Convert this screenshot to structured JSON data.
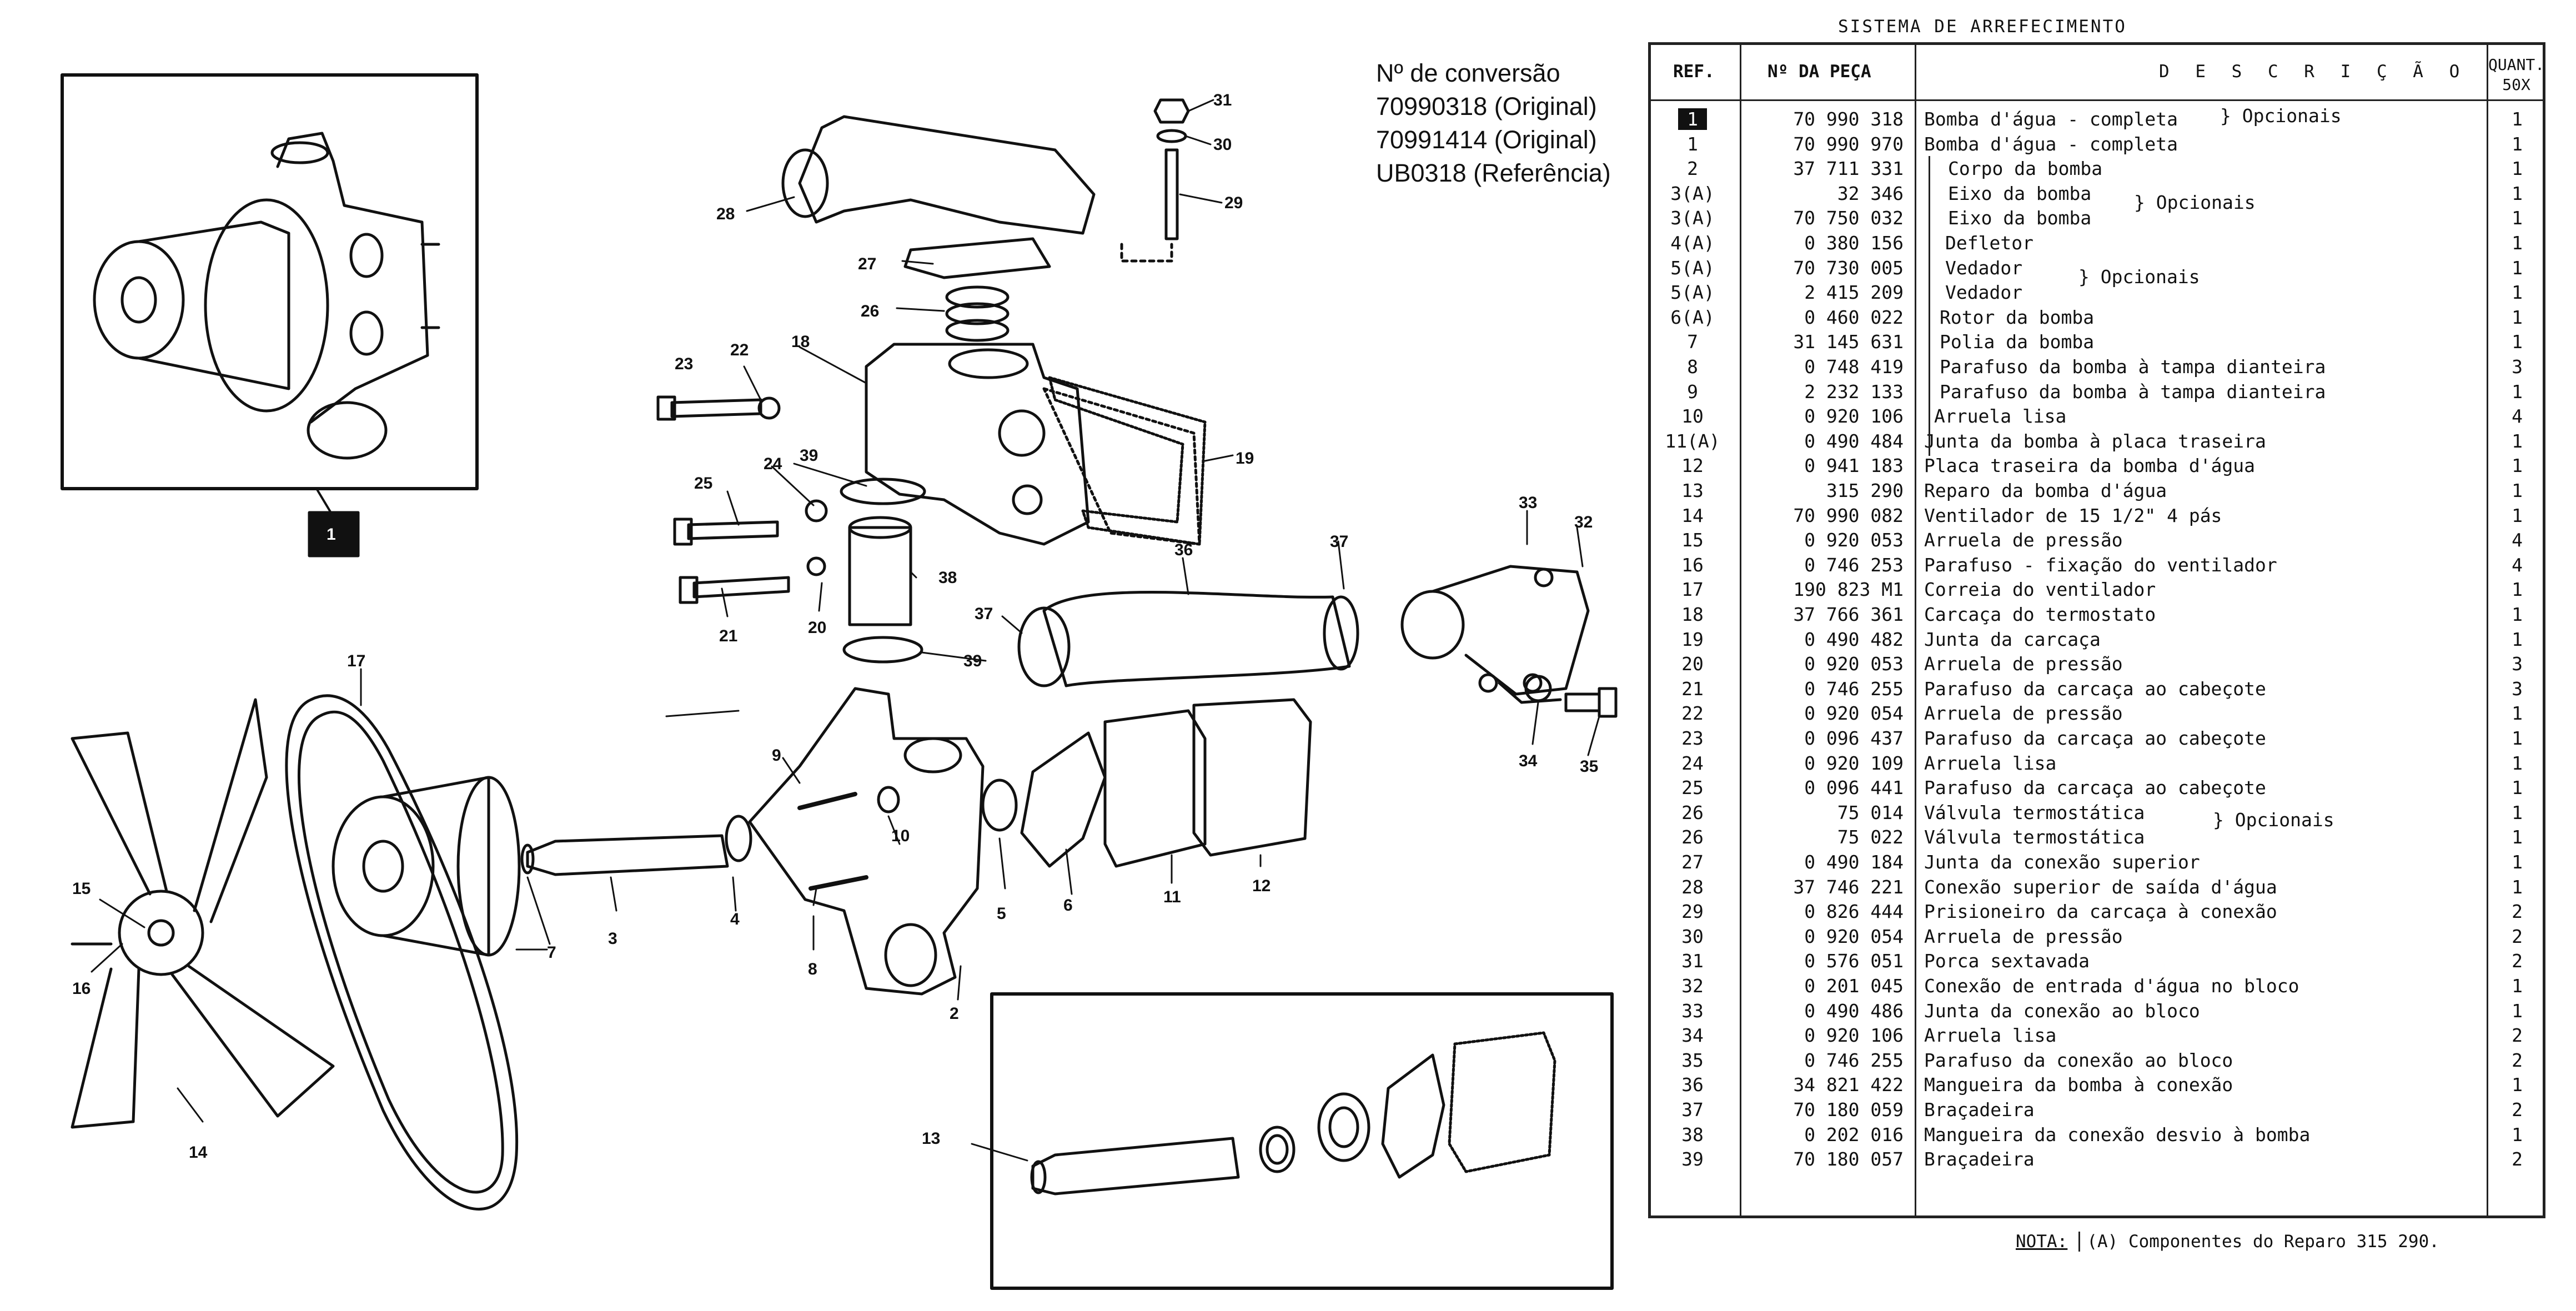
{
  "conversion": {
    "title": "Nº de conversão",
    "lines": [
      "70990318 (Original)",
      "70991414 (Original)",
      "UB0318 (Referência)"
    ]
  },
  "sheet_title": "SISTEMA DE ARREFECIMENTO",
  "table": {
    "headers": {
      "ref": "REF.",
      "num": "Nº DA PEÇA",
      "desc": "D E S C R I Ç Ã O",
      "qty": "QUANT.",
      "qty_sub": "50X"
    },
    "rows": [
      {
        "ref": "1",
        "num": "70 990 318",
        "desc": "Bomba d'água - completa",
        "qty": "1"
      },
      {
        "ref": "1",
        "num": "70 990 970",
        "desc": "Bomba d'água - completa",
        "qty": "1"
      },
      {
        "ref": "2",
        "num": "37 711 331",
        "desc": "Corpo da bomba",
        "qty": "1"
      },
      {
        "ref": "3(A)",
        "num": "32 346",
        "desc": "Eixo da bomba",
        "qty": "1"
      },
      {
        "ref": "3(A)",
        "num": "70 750 032",
        "desc": "Eixo da bomba",
        "qty": "1"
      },
      {
        "ref": "4(A)",
        "num": "0 380 156",
        "desc": "Defletor",
        "qty": "1"
      },
      {
        "ref": "5(A)",
        "num": "70 730 005",
        "desc": "Vedador",
        "qty": "1"
      },
      {
        "ref": "5(A)",
        "num": "2 415 209",
        "desc": "Vedador",
        "qty": "1"
      },
      {
        "ref": "6(A)",
        "num": "0 460 022",
        "desc": "Rotor da bomba",
        "qty": "1"
      },
      {
        "ref": "7",
        "num": "31 145 631",
        "desc": "Polia da bomba",
        "qty": "1"
      },
      {
        "ref": "8",
        "num": "0 748 419",
        "desc": "Parafuso da bomba à tampa dianteira",
        "qty": "3"
      },
      {
        "ref": "9",
        "num": "2 232 133",
        "desc": "Parafuso da bomba à tampa dianteira",
        "qty": "1"
      },
      {
        "ref": "10",
        "num": "0 920 106",
        "desc": "Arruela lisa",
        "qty": "4"
      },
      {
        "ref": "11(A)",
        "num": "0 490 484",
        "desc": "Junta da bomba à placa traseira",
        "qty": "1"
      },
      {
        "ref": "12",
        "num": "0 941 183",
        "desc": "Placa traseira da bomba d'água",
        "qty": "1"
      },
      {
        "ref": "13",
        "num": "315 290",
        "desc": "Reparo da bomba d'água",
        "qty": "1"
      },
      {
        "ref": "14",
        "num": "70 990 082",
        "desc": "Ventilador de 15 1/2\" 4 pás",
        "qty": "1"
      },
      {
        "ref": "15",
        "num": "0 920 053",
        "desc": "Arruela de pressão",
        "qty": "4"
      },
      {
        "ref": "16",
        "num": "0 746 253",
        "desc": "Parafuso - fixação do ventilador",
        "qty": "4"
      },
      {
        "ref": "17",
        "num": "190 823 M1",
        "desc": "Correia do ventilador",
        "qty": "1"
      },
      {
        "ref": "18",
        "num": "37 766 361",
        "desc": "Carcaça do termostato",
        "qty": "1"
      },
      {
        "ref": "19",
        "num": "0 490 482",
        "desc": "Junta da carcaça",
        "qty": "1"
      },
      {
        "ref": "20",
        "num": "0 920 053",
        "desc": "Arruela de pressão",
        "qty": "3"
      },
      {
        "ref": "21",
        "num": "0 746 255",
        "desc": "Parafuso da carcaça ao cabeçote",
        "qty": "3"
      },
      {
        "ref": "22",
        "num": "0 920 054",
        "desc": "Arruela de pressão",
        "qty": "1"
      },
      {
        "ref": "23",
        "num": "0 096 437",
        "desc": "Parafuso da carcaça ao cabeçote",
        "qty": "1"
      },
      {
        "ref": "24",
        "num": "0 920 109",
        "desc": "Arruela lisa",
        "qty": "1"
      },
      {
        "ref": "25",
        "num": "0 096 441",
        "desc": "Parafuso da carcaça ao cabeçote",
        "qty": "1"
      },
      {
        "ref": "26",
        "num": "75 014",
        "desc": "Válvula termostática",
        "qty": "1"
      },
      {
        "ref": "26",
        "num": "75 022",
        "desc": "Válvula termostática",
        "qty": "1"
      },
      {
        "ref": "27",
        "num": "0 490 184",
        "desc": "Junta da conexão superior",
        "qty": "1"
      },
      {
        "ref": "28",
        "num": "37 746 221",
        "desc": "Conexão superior de saída d'água",
        "qty": "1"
      },
      {
        "ref": "29",
        "num": "0 826 444",
        "desc": "Prisioneiro da carcaça à conexão",
        "qty": "2"
      },
      {
        "ref": "30",
        "num": "0 920 054",
        "desc": "Arruela de pressão",
        "qty": "2"
      },
      {
        "ref": "31",
        "num": "0 576 051",
        "desc": "Porca sextavada",
        "qty": "2"
      },
      {
        "ref": "32",
        "num": "0 201 045",
        "desc": "Conexão de entrada d'água no bloco",
        "qty": "1"
      },
      {
        "ref": "33",
        "num": "0 490 486",
        "desc": "Junta da conexão ao bloco",
        "qty": "1"
      },
      {
        "ref": "34",
        "num": "0 920 106",
        "desc": "Arruela lisa",
        "qty": "2"
      },
      {
        "ref": "35",
        "num": "0 746 255",
        "desc": "Parafuso da conexão ao bloco",
        "qty": "2"
      },
      {
        "ref": "36",
        "num": "34 821 422",
        "desc": "Mangueira da bomba à conexão",
        "qty": "1"
      },
      {
        "ref": "37",
        "num": "70 180 059",
        "desc": "Braçadeira",
        "qty": "2"
      },
      {
        "ref": "38",
        "num": "0 202 016",
        "desc": "Mangueira da conexão desvio à bomba",
        "qty": "1"
      },
      {
        "ref": "39",
        "num": "70 180 057",
        "desc": "Braçadeira",
        "qty": "2"
      }
    ],
    "brace_label": "Opcionais"
  },
  "note": {
    "label": "NOTA:",
    "text": "(A) Componentes do Reparo  315 290."
  },
  "callouts": [
    "1",
    "2",
    "3",
    "4",
    "5",
    "6",
    "7",
    "8",
    "9",
    "10",
    "11",
    "12",
    "13",
    "14",
    "15",
    "16",
    "17",
    "18",
    "19",
    "20",
    "21",
    "22",
    "23",
    "24",
    "25",
    "26",
    "27",
    "28",
    "29",
    "30",
    "31",
    "32",
    "33",
    "34",
    "35",
    "36",
    "37",
    "38",
    "39"
  ]
}
